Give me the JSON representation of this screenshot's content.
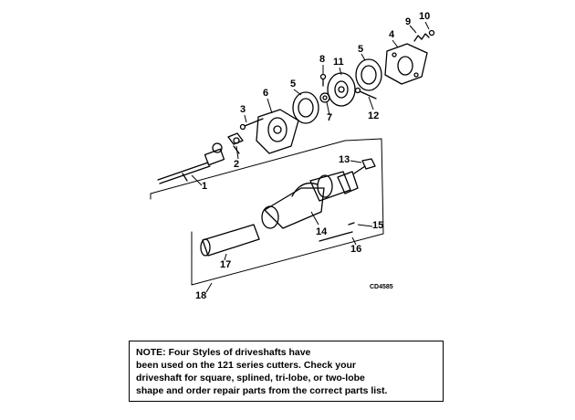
{
  "diagram": {
    "callouts": [
      "1",
      "2",
      "3",
      "4",
      "5",
      "5",
      "6",
      "7",
      "8",
      "9",
      "10",
      "11",
      "12",
      "13",
      "14",
      "15",
      "16",
      "17",
      "18"
    ],
    "figure_code": "CD4585"
  },
  "note": {
    "label": "NOTE:",
    "line1": "Four Styles of driveshafts have",
    "line2": "been used on the 121 series cutters. Check your",
    "line3": "driveshaft for square, splined, tri-lobe, or two-lobe",
    "line4": "shape and order repair parts from the correct parts list."
  }
}
